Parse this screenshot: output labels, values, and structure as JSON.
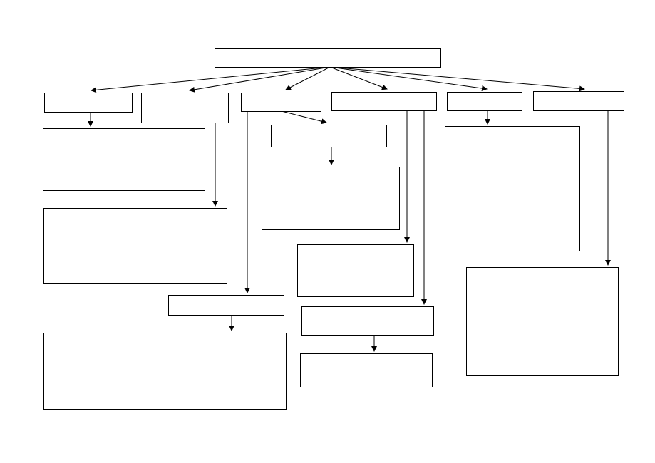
{
  "diagram": {
    "stroke_color": "#000000",
    "background_color": "#ffffff",
    "nodes": [
      {
        "id": "root",
        "label": ""
      },
      {
        "id": "cat1",
        "label": ""
      },
      {
        "id": "cat2",
        "label": ""
      },
      {
        "id": "cat3",
        "label": ""
      },
      {
        "id": "cat4",
        "label": ""
      },
      {
        "id": "cat5",
        "label": ""
      },
      {
        "id": "cat6",
        "label": ""
      },
      {
        "id": "cat1-detail",
        "label": ""
      },
      {
        "id": "cat2-detail",
        "label": ""
      },
      {
        "id": "cat3-sub",
        "label": ""
      },
      {
        "id": "cat3-sub-detail",
        "label": ""
      },
      {
        "id": "cat3-branch",
        "label": ""
      },
      {
        "id": "cat3-branch-detail",
        "label": ""
      },
      {
        "id": "cat4-detail-a",
        "label": ""
      },
      {
        "id": "cat4-sub",
        "label": ""
      },
      {
        "id": "cat4-sub-detail",
        "label": ""
      },
      {
        "id": "cat5-detail",
        "label": ""
      },
      {
        "id": "cat6-detail",
        "label": ""
      }
    ],
    "edges": [
      {
        "from": "root",
        "to": "cat1"
      },
      {
        "from": "root",
        "to": "cat2"
      },
      {
        "from": "root",
        "to": "cat3"
      },
      {
        "from": "root",
        "to": "cat4"
      },
      {
        "from": "root",
        "to": "cat5"
      },
      {
        "from": "root",
        "to": "cat6"
      },
      {
        "from": "cat1",
        "to": "cat1-detail"
      },
      {
        "from": "cat2",
        "to": "cat2-detail"
      },
      {
        "from": "cat3",
        "to": "cat3-sub"
      },
      {
        "from": "cat3-sub",
        "to": "cat3-sub-detail"
      },
      {
        "from": "cat3",
        "to": "cat3-branch"
      },
      {
        "from": "cat3-branch",
        "to": "cat3-branch-detail"
      },
      {
        "from": "cat4",
        "to": "cat4-detail-a"
      },
      {
        "from": "cat4",
        "to": "cat4-sub"
      },
      {
        "from": "cat4-sub",
        "to": "cat4-sub-detail"
      },
      {
        "from": "cat5",
        "to": "cat5-detail"
      },
      {
        "from": "cat6",
        "to": "cat6-detail"
      }
    ]
  }
}
